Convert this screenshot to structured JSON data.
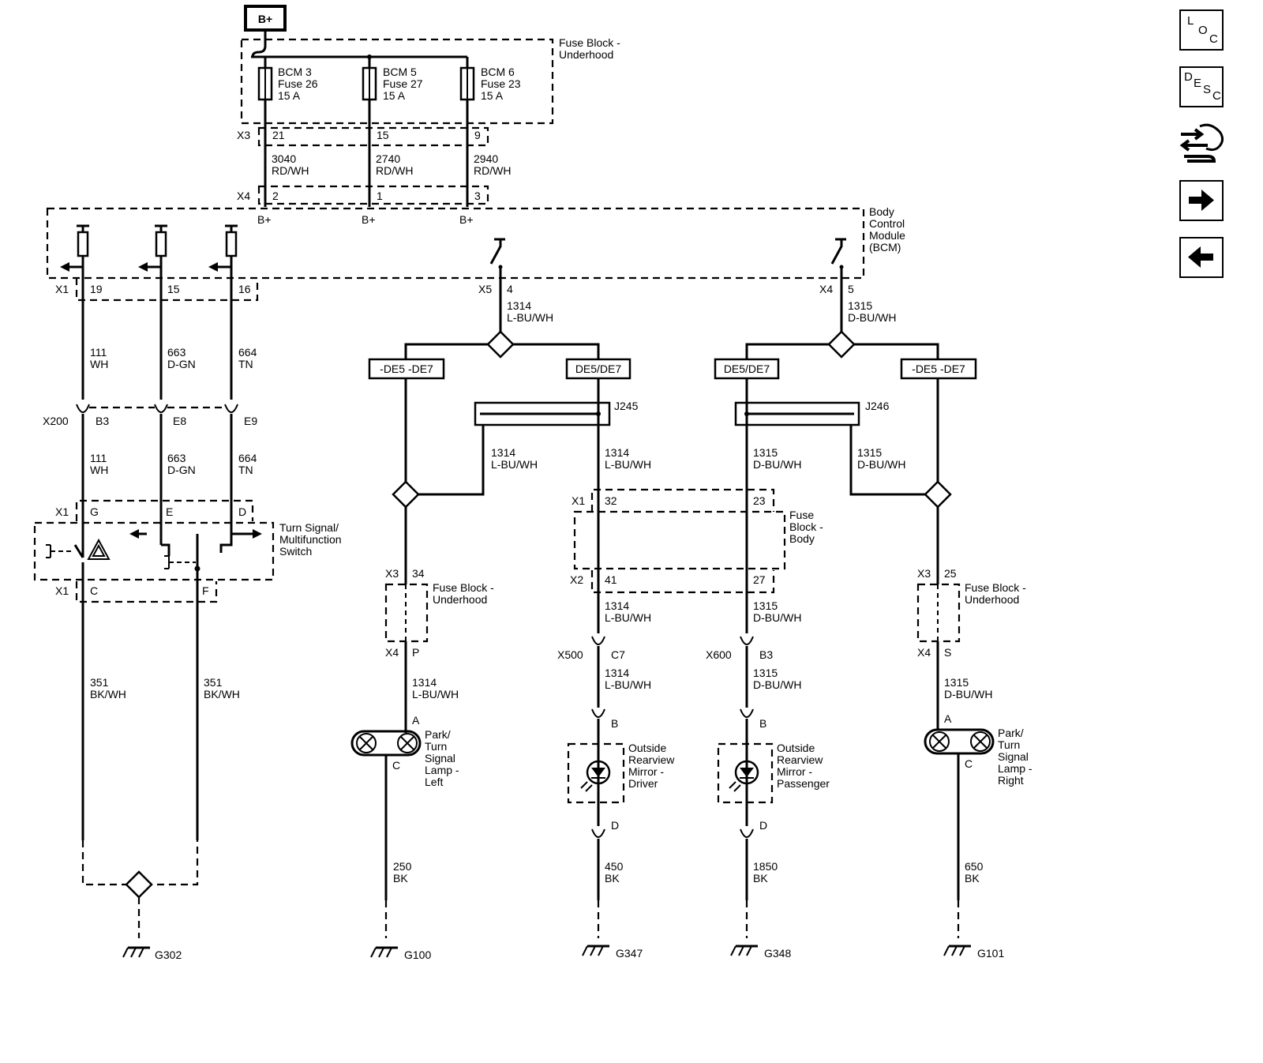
{
  "battery": "B+",
  "fuse_block_underhood": {
    "label1": "Fuse Block -",
    "label2": "Underhood",
    "fuses": [
      {
        "name": "BCM 3",
        "fuse": "Fuse 26",
        "rating": "15 A"
      },
      {
        "name": "BCM 5",
        "fuse": "Fuse 27",
        "rating": "15 A"
      },
      {
        "name": "BCM 6",
        "fuse": "Fuse 23",
        "rating": "15 A"
      }
    ]
  },
  "x3_top": {
    "conn": "X3",
    "pins": [
      "21",
      "15",
      "9"
    ]
  },
  "x4_top": {
    "conn": "X4",
    "pins": [
      "2",
      "1",
      "3"
    ]
  },
  "bplus_wires": [
    {
      "circuit": "3040",
      "color": "RD/WH"
    },
    {
      "circuit": "2740",
      "color": "RD/WH"
    },
    {
      "circuit": "2940",
      "color": "RD/WH"
    }
  ],
  "bcm_inputs": [
    "B+",
    "B+",
    "B+"
  ],
  "bcm": {
    "l1": "Body",
    "l2": "Control",
    "l3": "Module",
    "l4": "(BCM)"
  },
  "x1_bcm": {
    "conn": "X1",
    "pins": [
      "19",
      "15",
      "16"
    ]
  },
  "x5": {
    "conn": "X5",
    "pin": "4"
  },
  "x4_bcm": {
    "conn": "X4",
    "pin": "5"
  },
  "left_wires": [
    {
      "circuit": "111",
      "color": "WH"
    },
    {
      "circuit": "663",
      "color": "D-GN"
    },
    {
      "circuit": "664",
      "color": "TN"
    }
  ],
  "x200": {
    "conn": "X200",
    "pins": [
      "B3",
      "E8",
      "E9"
    ]
  },
  "switch": {
    "conn_top": "X1",
    "pins_top": [
      "G",
      "E",
      "D"
    ],
    "conn_bot": "X1",
    "pins_bot": [
      "C",
      "F"
    ],
    "l1": "Turn Signal/",
    "l2": "Multifunction",
    "l3": "Switch"
  },
  "gnd_wire_351": {
    "circuit": "351",
    "color": "BK/WH"
  },
  "w1314": {
    "circuit": "1314",
    "color": "L-BU/WH"
  },
  "w1315": {
    "circuit": "1315",
    "color": "D-BU/WH"
  },
  "options": {
    "not": "-DE5 -DE7",
    "yes": "DE5/DE7"
  },
  "splices": [
    "J245",
    "J246"
  ],
  "fuse_block_body": {
    "conn1": "X1",
    "conn2": "X2",
    "pins_left": [
      "32",
      "41"
    ],
    "pins_right": [
      "23",
      "27"
    ],
    "l1": "Fuse",
    "l2": "Block -",
    "l3": "Body"
  },
  "left_underhood": {
    "conn1": "X3",
    "pin1": "34",
    "conn2": "X4",
    "pin2": "P",
    "l1": "Fuse Block -",
    "l2": "Underhood"
  },
  "right_underhood": {
    "conn1": "X3",
    "pin1": "25",
    "conn2": "X4",
    "pin2": "S",
    "l1": "Fuse Block -",
    "l2": "Underhood"
  },
  "x500": {
    "conn": "X500",
    "pin": "C7"
  },
  "x600": {
    "conn": "X600",
    "pin": "B3"
  },
  "lamp_left": {
    "pinA": "A",
    "pinC": "C",
    "l1": "Park/",
    "l2": "Turn",
    "l3": "Signal",
    "l4": "Lamp -",
    "l5": "Left"
  },
  "lamp_right": {
    "pinA": "A",
    "pinC": "C",
    "l1": "Park/",
    "l2": "Turn",
    "l3": "Signal",
    "l4": "Lamp -",
    "l5": "Right"
  },
  "mirror_driver": {
    "pinB": "B",
    "pinD": "D",
    "l1": "Outside",
    "l2": "Rearview",
    "l3": "Mirror -",
    "l4": "Driver"
  },
  "mirror_passenger": {
    "pinB": "B",
    "pinD": "D",
    "l1": "Outside",
    "l2": "Rearview",
    "l3": "Mirror -",
    "l4": "Passenger"
  },
  "ground_wires": [
    {
      "circuit": "250",
      "color": "BK"
    },
    {
      "circuit": "450",
      "color": "BK"
    },
    {
      "circuit": "1850",
      "color": "BK"
    },
    {
      "circuit": "650",
      "color": "BK"
    }
  ],
  "grounds": [
    "G302",
    "G100",
    "G347",
    "G348",
    "G101"
  ],
  "nav": {
    "loc": [
      "L",
      "O",
      "C"
    ],
    "desc": [
      "D",
      "E",
      "S",
      "C"
    ]
  }
}
